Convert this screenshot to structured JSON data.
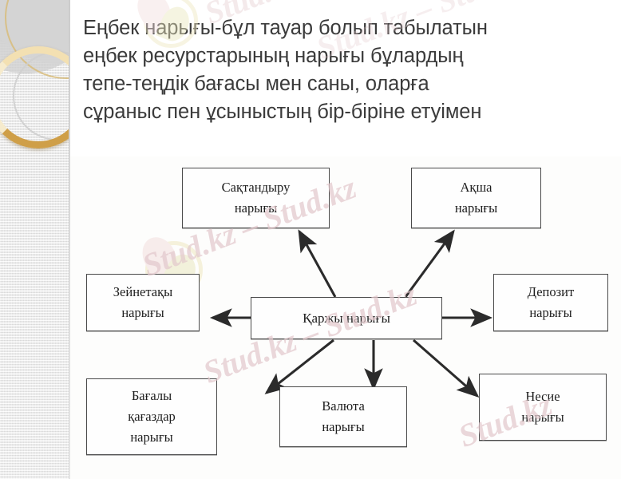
{
  "slide": {
    "title_text": "Еңбек нарығы-бұл тауар болып табылатын\nеңбек ресурстарының нарығы бұлардың\nтепе-теңдік бағасы мен саны, оларға\nсұраныс пен ұсыныстың бір-біріне етуімен",
    "title_color": "#3b3b3b",
    "background_color": "#ffffff"
  },
  "sidebar": {
    "decoration_name": "gold-rings-ornament",
    "gold_color": "#e8c982",
    "gray_color": "#cfcfcf"
  },
  "diagram": {
    "type": "radial-hub-and-spoke",
    "center": {
      "label": "Қаржы нарығы",
      "lines": [
        "Қаржы нарығы"
      ]
    },
    "nodes": [
      {
        "id": "insurance",
        "lines": [
          "Сақтандыру",
          "нарығы"
        ]
      },
      {
        "id": "money",
        "lines": [
          "Ақша",
          "нарығы"
        ]
      },
      {
        "id": "pension",
        "lines": [
          "Зейнетақы",
          "нарығы"
        ]
      },
      {
        "id": "deposit",
        "lines": [
          "Депозит",
          "нарығы"
        ]
      },
      {
        "id": "securities",
        "lines": [
          "Бағалы",
          "қағаздар",
          "нарығы"
        ]
      },
      {
        "id": "currency",
        "lines": [
          "Валюта",
          "нарығы"
        ]
      },
      {
        "id": "credit",
        "lines": [
          "Несие",
          "нарығы"
        ]
      }
    ],
    "arrow_color": "#2b2b2b",
    "border_color": "#4a4a4a"
  },
  "watermarks": {
    "text_pair": "Stud.kz – Stud.kz",
    "text_single": "Stud.kz",
    "color": "#e3c9cd"
  }
}
